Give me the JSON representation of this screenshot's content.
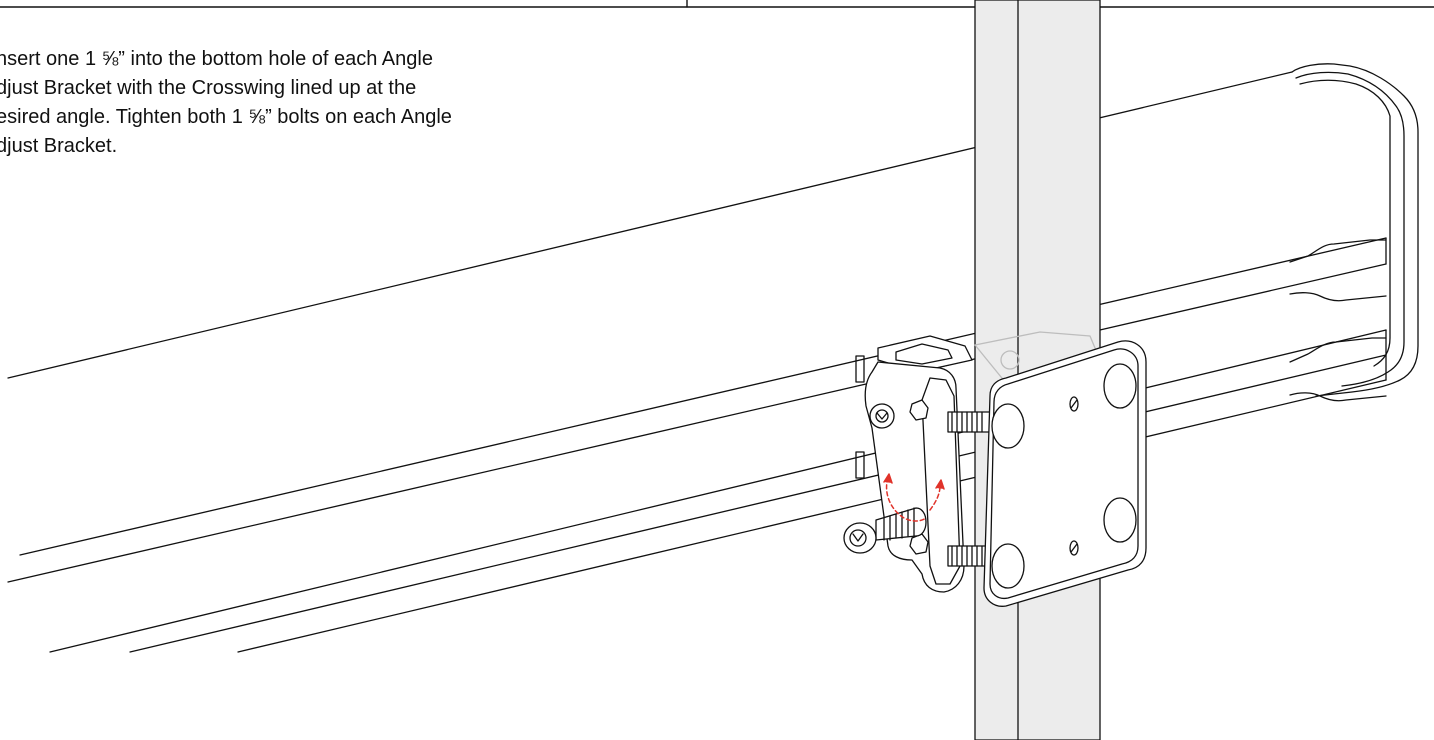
{
  "instruction": {
    "lines": [
      "nsert one 1 ⅝” into the bottom hole of each Angle",
      "djust Bracket with the Crosswing lined up at the",
      "esired angle. Tighten both 1 ⅝” bolts on each Angle",
      "djust Bracket."
    ]
  },
  "colors": {
    "ink": "#111111",
    "pole_fill": "#ececec",
    "bracket_fill": "#ffffff",
    "arrow": "#e0332a"
  },
  "icons": [
    "bolt-head-icon",
    "rotation-arrow-icon"
  ]
}
